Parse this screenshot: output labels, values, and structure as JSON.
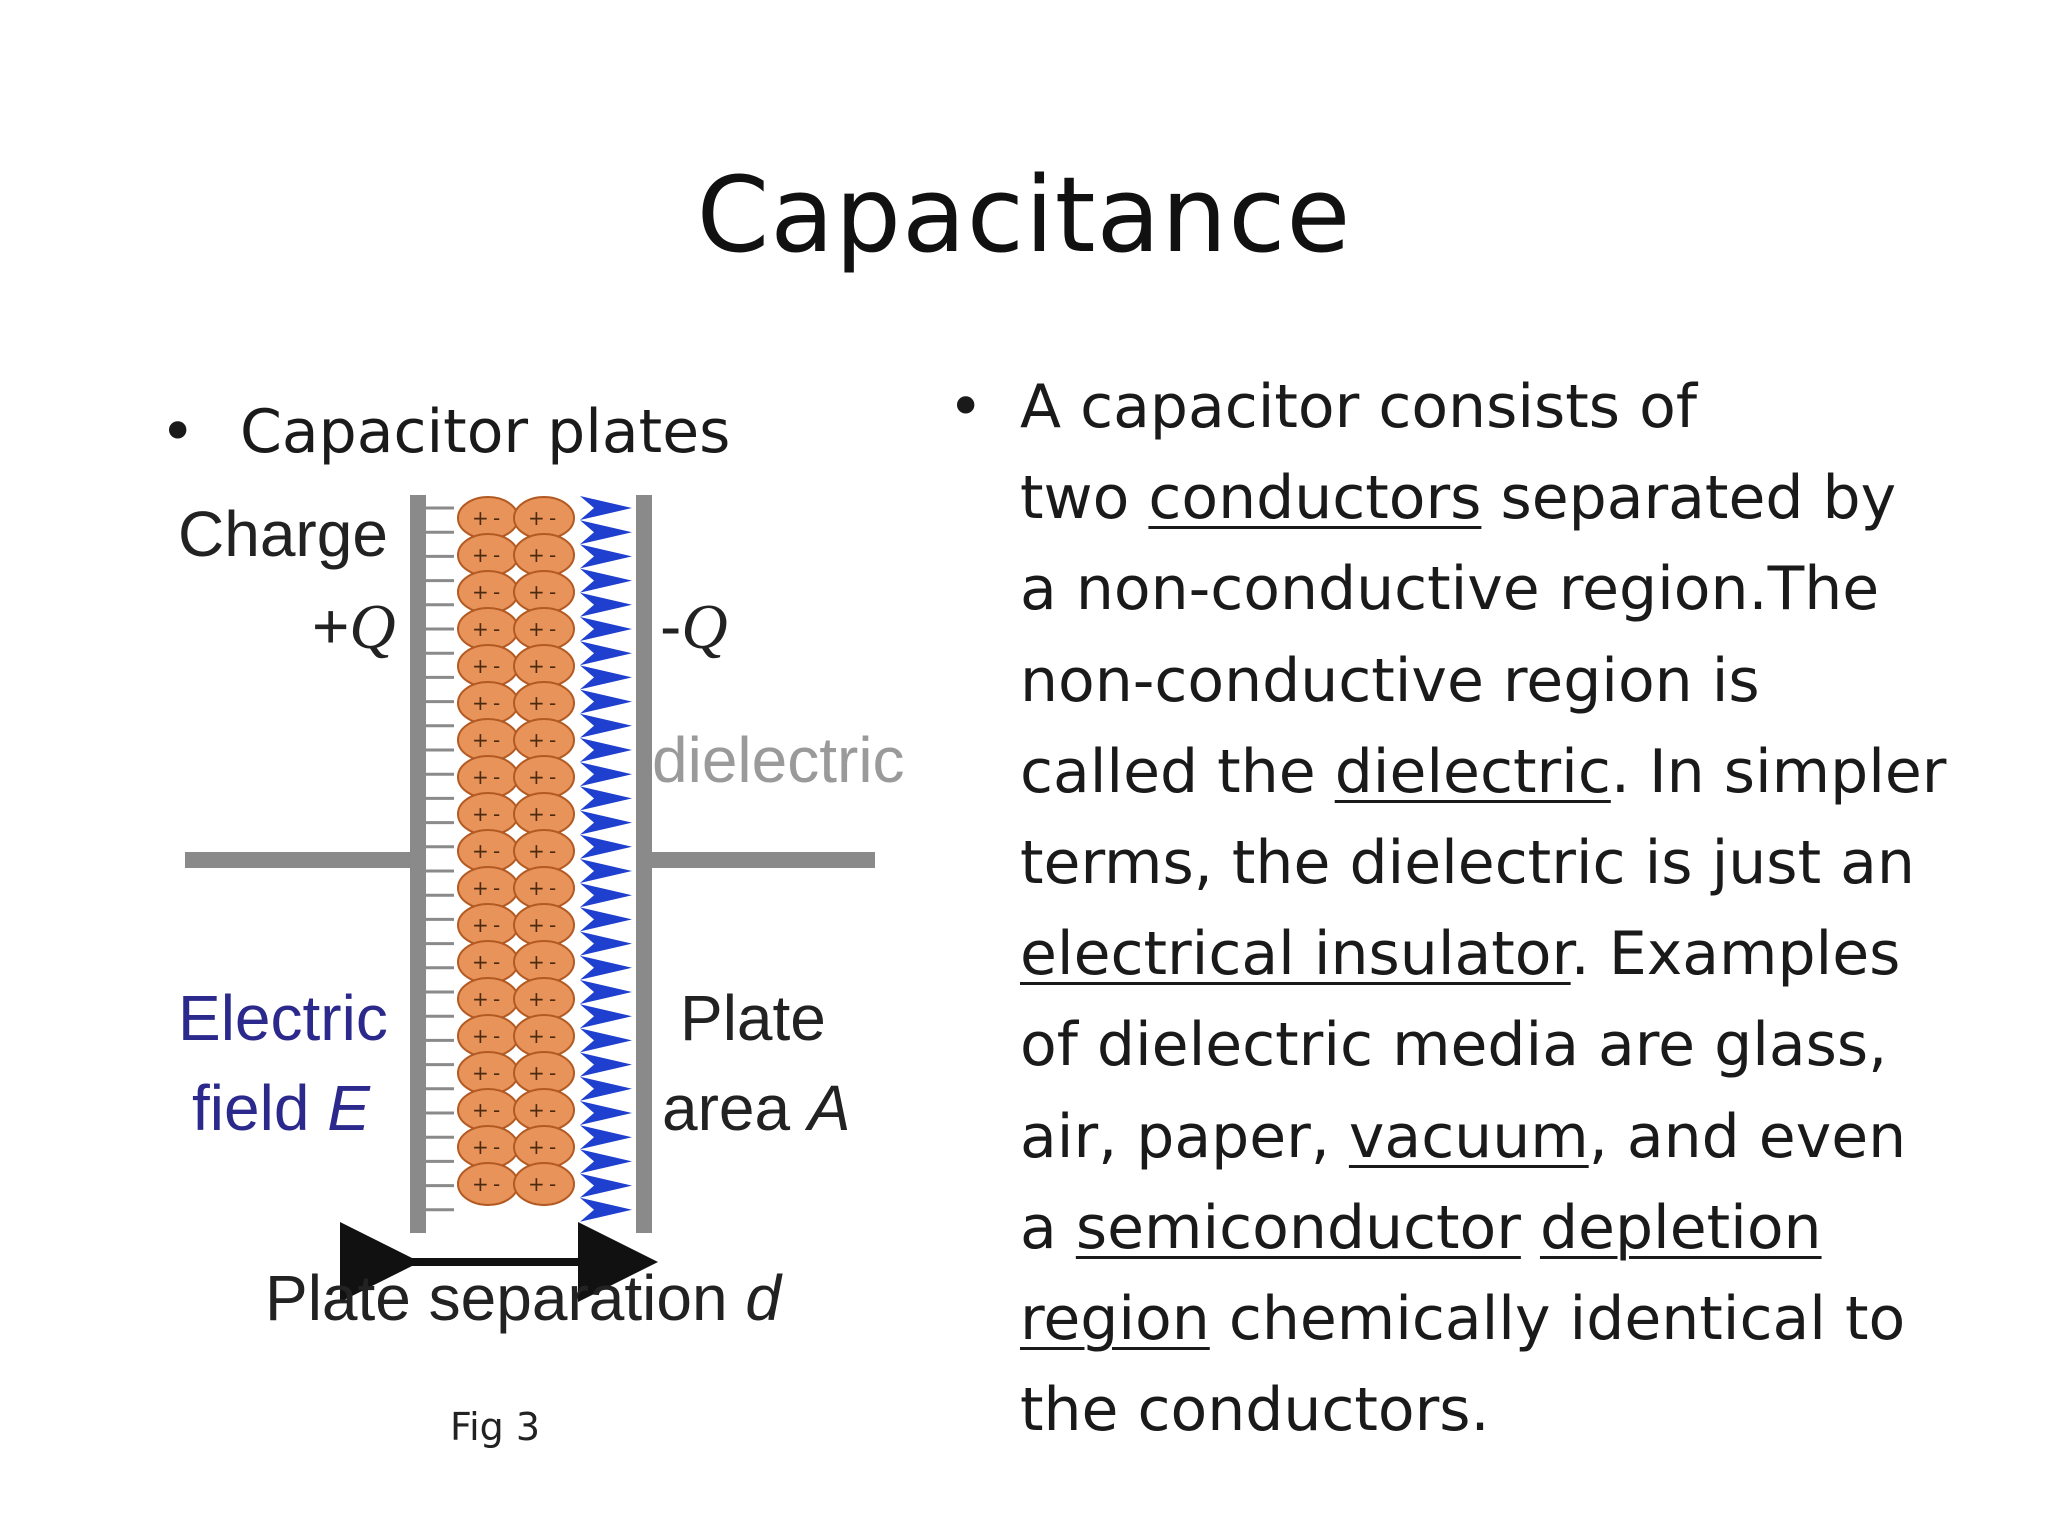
{
  "slide": {
    "title": "Capacitance"
  },
  "left": {
    "bullet_symbol": "•",
    "bullet_text": "Capacitor plates",
    "caption": "Fig 3"
  },
  "diagram": {
    "labels": {
      "charge": "Charge",
      "plus_q_sign": "+",
      "plus_q_var": "Q",
      "minus_q_sign": "-",
      "minus_q_var": "Q",
      "dielectric": "dielectric",
      "electric": "Electric",
      "field_word": "field ",
      "field_var": "E",
      "plate": "Plate",
      "area_word": "area ",
      "area_var": "A",
      "separation_word": "Plate separation ",
      "separation_var": "d"
    },
    "dipole_plus": "+",
    "dipole_minus": "-",
    "colors": {
      "plate": "#8a8a8a",
      "wire": "#8a8a8a",
      "dipole_fill": "#e8935a",
      "dipole_stroke": "#b35a22",
      "arrow": "#1f3fcf",
      "field_label": "#2b2a8c",
      "dielectric_label": "#9a9a9a"
    }
  },
  "right": {
    "bullet_symbol": "•",
    "lines": [
      [
        {
          "text": "A capacitor consists of"
        }
      ],
      [
        {
          "text": "two "
        },
        {
          "text": "conductors",
          "u": true
        },
        {
          "text": " separated by"
        }
      ],
      [
        {
          "text": "a non-conductive region.The"
        }
      ],
      [
        {
          "text": "non-conductive region is"
        }
      ],
      [
        {
          "text": "called the "
        },
        {
          "text": "dielectric",
          "u": true
        },
        {
          "text": ". In simpler"
        }
      ],
      [
        {
          "text": "terms, the dielectric is just an"
        }
      ],
      [
        {
          "text": "electrical insulator",
          "u": true
        },
        {
          "text": ". Examples"
        }
      ],
      [
        {
          "text": "of dielectric media are glass,"
        }
      ],
      [
        {
          "text": "air, paper, "
        },
        {
          "text": "vacuum",
          "u": true
        },
        {
          "text": ", and even"
        }
      ],
      [
        {
          "text": "a "
        },
        {
          "text": "semiconductor",
          "u": true
        },
        {
          "text": " "
        },
        {
          "text": "depletion",
          "u": true
        }
      ],
      [
        {
          "text": "region",
          "u": true
        },
        {
          "text": " chemically identical to"
        }
      ],
      [
        {
          "text": "the conductors."
        }
      ]
    ]
  }
}
